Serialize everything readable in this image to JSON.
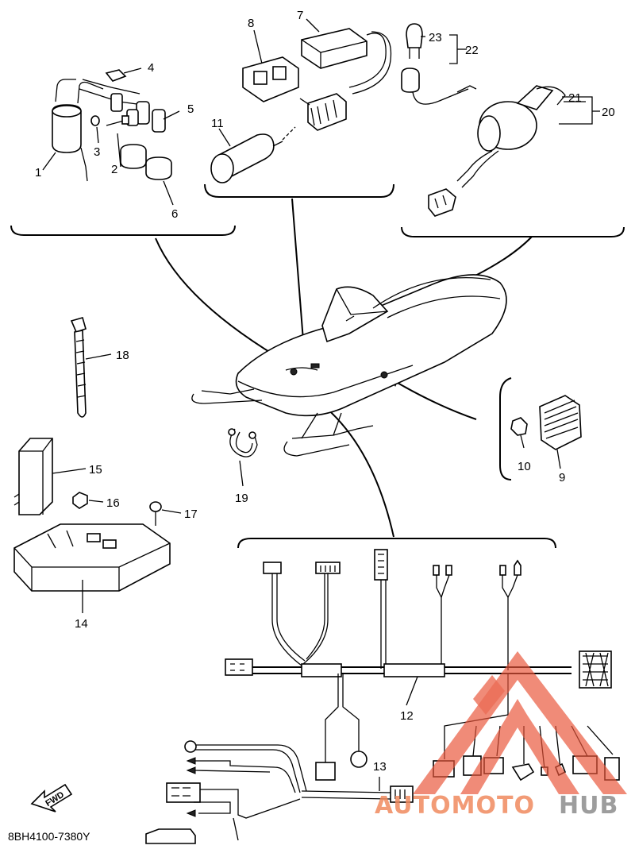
{
  "diagram": {
    "part_code": "8BH4100-7380Y",
    "direction_label": "FWD",
    "watermark": {
      "brand_part1": "AUTOMOTO",
      "brand_part2": "HUB",
      "color_primary": "#e8553a",
      "color_secondary": "#8c8c8c"
    },
    "callouts": {
      "c1": "1",
      "c2": "2",
      "c3": "3",
      "c4": "4",
      "c5": "5",
      "c6": "6",
      "c7": "7",
      "c8": "8",
      "c9": "9",
      "c10": "10",
      "c11": "11",
      "c12": "12",
      "c13": "13",
      "c14": "14",
      "c15": "15",
      "c16": "16",
      "c17": "17",
      "c18": "18",
      "c19": "19",
      "c20": "20",
      "c21": "21",
      "c22": "22",
      "c23": "23"
    }
  }
}
